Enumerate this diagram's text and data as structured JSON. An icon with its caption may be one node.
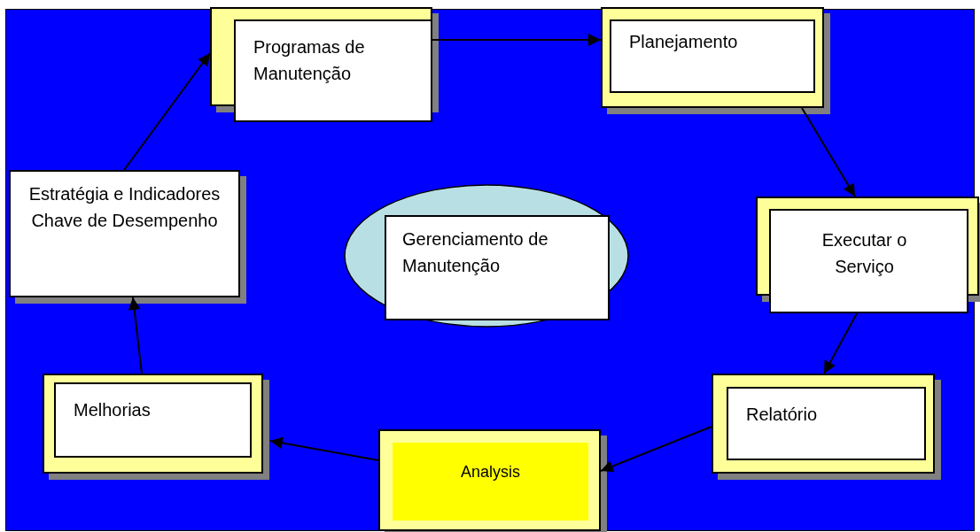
{
  "diagram": {
    "nodes": [
      {
        "text": [
          "Programas de Manutenção"
        ]
      },
      {
        "text": [
          "Planejamento"
        ]
      },
      {
        "text": [
          "Executar o Serviço"
        ]
      },
      {
        "text": [
          "Relatório"
        ]
      },
      {
        "text": [
          "Analysis"
        ]
      },
      {
        "text": [
          "Melhorias"
        ]
      },
      {
        "text": [
          "Estratégia e Indicadores Chave de Desempenho"
        ]
      },
      {
        "text": [
          "Gerenciamento de Manutenção"
        ]
      }
    ],
    "edges": [
      {
        "from": 0,
        "to": 1,
        "arrow": "to"
      },
      {
        "from": 1,
        "to": 2,
        "arrow": "to"
      },
      {
        "from": 2,
        "to": 3,
        "arrow": "to"
      },
      {
        "from": 3,
        "to": 4,
        "arrow": "to"
      },
      {
        "from": 4,
        "to": 5,
        "arrow": "to"
      },
      {
        "from": 5,
        "to": 6,
        "arrow": "to"
      },
      {
        "from": 6,
        "to": 0,
        "arrow": "to"
      }
    ]
  }
}
